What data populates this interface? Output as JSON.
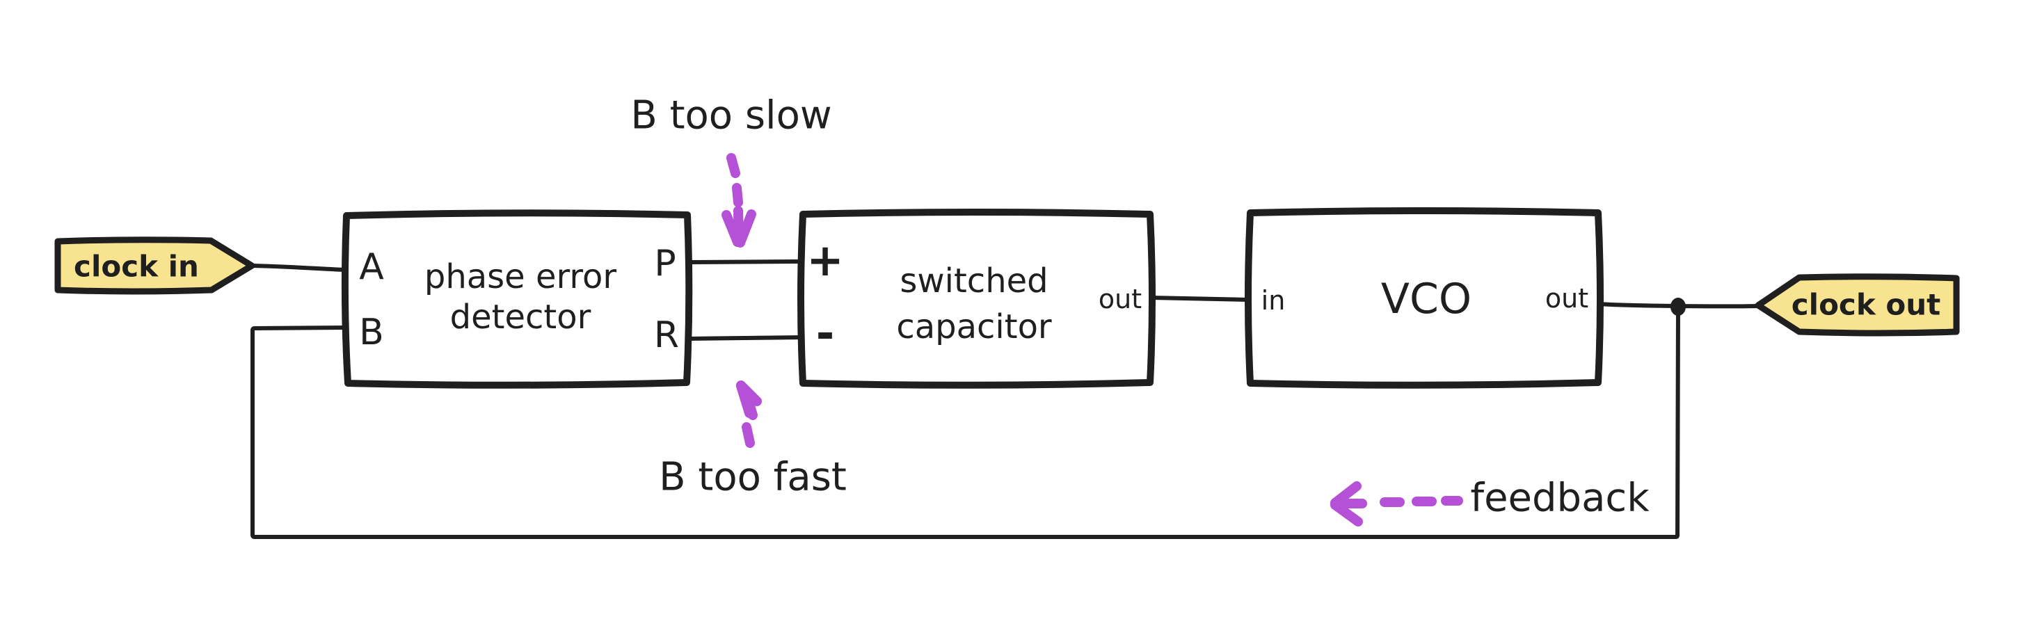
{
  "io": {
    "clock_in": "clock in",
    "clock_out": "clock out"
  },
  "blocks": {
    "phase_detector": {
      "line1": "phase error",
      "line2": "detector",
      "port_a": "A",
      "port_b": "B",
      "port_p": "P",
      "port_r": "R"
    },
    "switched_capacitor": {
      "line1": "switched",
      "line2": "capacitor",
      "port_plus": "+",
      "port_minus": "-",
      "port_out": "out"
    },
    "vco": {
      "label": "VCO",
      "port_in": "in",
      "port_out": "out"
    }
  },
  "annotations": {
    "b_too_slow": "B too slow",
    "b_too_fast": "B too fast",
    "feedback": "feedback"
  },
  "colors": {
    "ink": "#1f1f1f",
    "annotation_purple": "#b551d6",
    "io_tag_fill": "#f8e391",
    "background": "#ffffff"
  }
}
